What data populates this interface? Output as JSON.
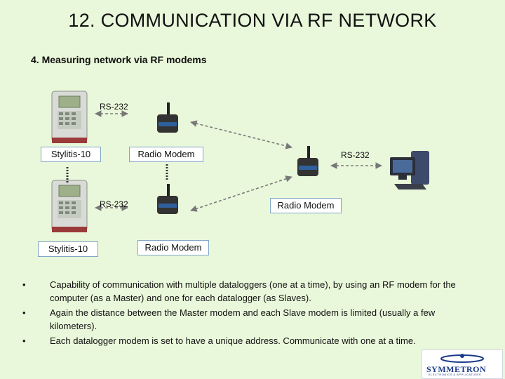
{
  "title": "12. COMMUNICATION VIA RF NETWORK",
  "subtitle": "4.   Measuring network via RF modems",
  "labels": {
    "rs232_top": "RS-232",
    "rs232_mid": "RS-232",
    "rs232_right": "RS-232",
    "stylitis_1": "Stylitis-10",
    "stylitis_2": "Stylitis-10",
    "modem_1": "Radio Modem",
    "modem_2": "Radio Modem",
    "modem_3": "Radio Modem"
  },
  "bullets": [
    "Capability of communication with multiple dataloggers (one at a time), by using an RF modem for the computer (as a Master) and one for each datalogger (as Slaves).",
    "Again the distance between the Master modem and each Slave modem is limited (usually a few kilometers).",
    "Each datalogger modem is set to have a unique address. Communicate with one at a time."
  ],
  "bullet_symbol": "•",
  "logo": {
    "name": "SYMMETRON",
    "tagline": "ELECTRONICS & APPLICATIONS",
    "color": "#1b3a8a"
  },
  "colors": {
    "background": "#e9f7da",
    "box_border": "#7fa6c4",
    "arrow": "#888888"
  }
}
